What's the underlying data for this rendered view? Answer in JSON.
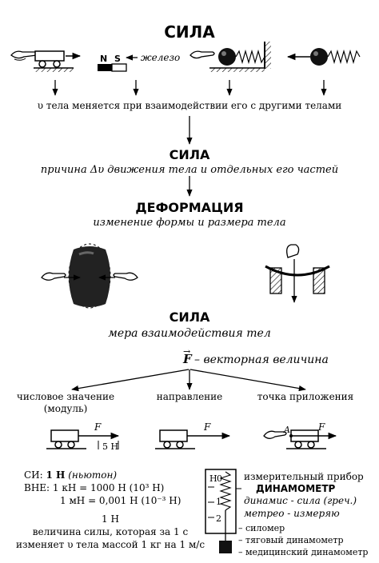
{
  "title": "СИЛА",
  "magnet": {
    "n": "N",
    "s": "S",
    "label": "железо"
  },
  "velocity_text": "υ тела меняется при взаимодействии его с другими телами",
  "sila1": {
    "title": "СИЛА",
    "text": "причина Δυ движения тела и отдельных его частей"
  },
  "deformation": {
    "title": "ДЕФОРМАЦИЯ",
    "text": "изменение формы и размера тела"
  },
  "sila2": {
    "title": "СИЛА",
    "text": "мера взаимодействия тел"
  },
  "vector": {
    "symbol": "F",
    "text": "– векторная величина"
  },
  "properties": {
    "value": [
      "числовое значение",
      "(модуль)"
    ],
    "direction": "направление",
    "point": "точка приложения"
  },
  "diagram_labels": {
    "force": "F",
    "scale": "5 Н",
    "point_a": "A"
  },
  "units": {
    "si_prefix": "СИ: ",
    "si_unit": "1 Н",
    "si_name": "(ньютон)",
    "vne": "ВНЕ: 1 кН  = 1000 Н (10³ Н)",
    "mn": "1 мН = 0,001 Н (10⁻³ Н)"
  },
  "definition": {
    "unit": "1 Н",
    "line1": "величина силы, которая за 1 с",
    "line2": "изменяет υ тела массой 1 кг на 1 м/с"
  },
  "dynamometer": {
    "scale": [
      "0",
      "1",
      "2"
    ],
    "scale_unit": "Н",
    "line1": "измерительный прибор",
    "title": "ДИНАМОМЕТР",
    "etym1": "динамис - сила (греч.)",
    "etym2": "метрео - измеряю",
    "types": [
      "– силомер",
      "– тяговый динамометр",
      "– медицинский динамометр"
    ]
  }
}
